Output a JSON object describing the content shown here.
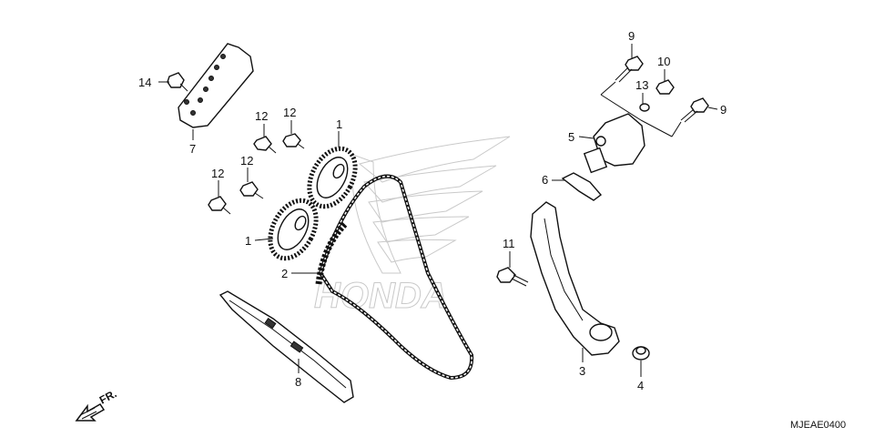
{
  "diagram": {
    "callouts": [
      {
        "id": "c14",
        "label": "14"
      },
      {
        "id": "c7",
        "label": "7"
      },
      {
        "id": "c12a",
        "label": "12"
      },
      {
        "id": "c12b",
        "label": "12"
      },
      {
        "id": "c12c",
        "label": "12"
      },
      {
        "id": "c12d",
        "label": "12"
      },
      {
        "id": "c1a",
        "label": "1"
      },
      {
        "id": "c1b",
        "label": "1"
      },
      {
        "id": "c2",
        "label": "2"
      },
      {
        "id": "c8",
        "label": "8"
      },
      {
        "id": "c9a",
        "label": "9"
      },
      {
        "id": "c10",
        "label": "10"
      },
      {
        "id": "c13",
        "label": "13"
      },
      {
        "id": "c9b",
        "label": "9"
      },
      {
        "id": "c5",
        "label": "5"
      },
      {
        "id": "c6",
        "label": "6"
      },
      {
        "id": "c11",
        "label": "11"
      },
      {
        "id": "c3",
        "label": "3"
      },
      {
        "id": "c4",
        "label": "4"
      }
    ],
    "front_marker": "FR.",
    "diagram_code": "MJEAE0400",
    "watermark_text": "HONDA"
  }
}
